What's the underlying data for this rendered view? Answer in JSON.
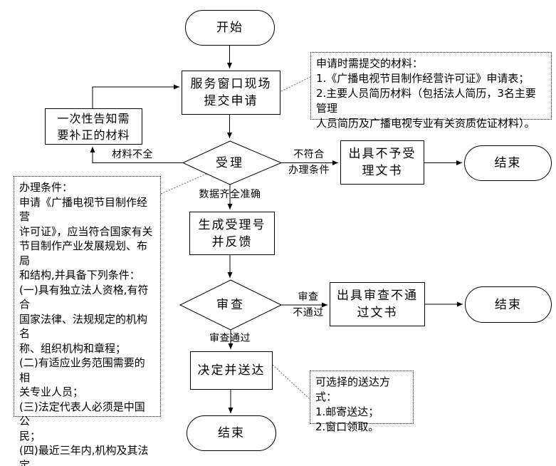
{
  "nodes": {
    "start": {
      "label": "开始"
    },
    "submit": {
      "label": "服务窗口现场\n提交申请"
    },
    "notify": {
      "label": "一次性告知需\n要补正的材料"
    },
    "accept": {
      "label": "受理"
    },
    "reject_doc": {
      "label": "出具不予受\n理文书"
    },
    "end1": {
      "label": "结束"
    },
    "generate": {
      "label": "生成受理号\n并反馈"
    },
    "review": {
      "label": "审查"
    },
    "review_fail_doc": {
      "label": "出具审查不通\n过文书"
    },
    "end2": {
      "label": "结束"
    },
    "decide": {
      "label": "决定并送达"
    },
    "end3": {
      "label": "结束"
    }
  },
  "edge_labels": {
    "incomplete": "材料不全",
    "not_qualified": "不符合\n办理条件",
    "data_complete": "数据齐全准确",
    "review_fail": "审查\n不通过",
    "review_pass": "审查通过"
  },
  "annotations": {
    "materials": "申请时需提交的材料：\n1.《广播电视节目制作经营许可证》申请表；\n2.主要人员简历材料（包括法人简历，3名主要管理\n人员简历及广播电视专业有关资质佐证材料）。",
    "conditions": "办理条件：\n申请《广播电视节目制作经营\n许可证》，应当符合国家有关\n节目制作产业发展规划、布局\n和结构,并具备下列条件：\n(一)具有独立法人资格,有符合\n国家法律、法规规定的机构名\n称、组织机构和章程；\n(二)有适应业务范围需要的相\n关专业人员；\n(三)法定代表人必须是中国公\n民；\n(四)最近三年内,机构及其法定\n代表人无重大违法失信记录；\n(五)法律、行政法规规定的其\n他条件。",
    "delivery": "可选择的送达方式：\n1.邮寄送达；\n2.窗口领取。"
  },
  "colors": {
    "line": "#000000",
    "dotted_link": "#666666",
    "background": "#ffffff",
    "text": "#000000"
  }
}
